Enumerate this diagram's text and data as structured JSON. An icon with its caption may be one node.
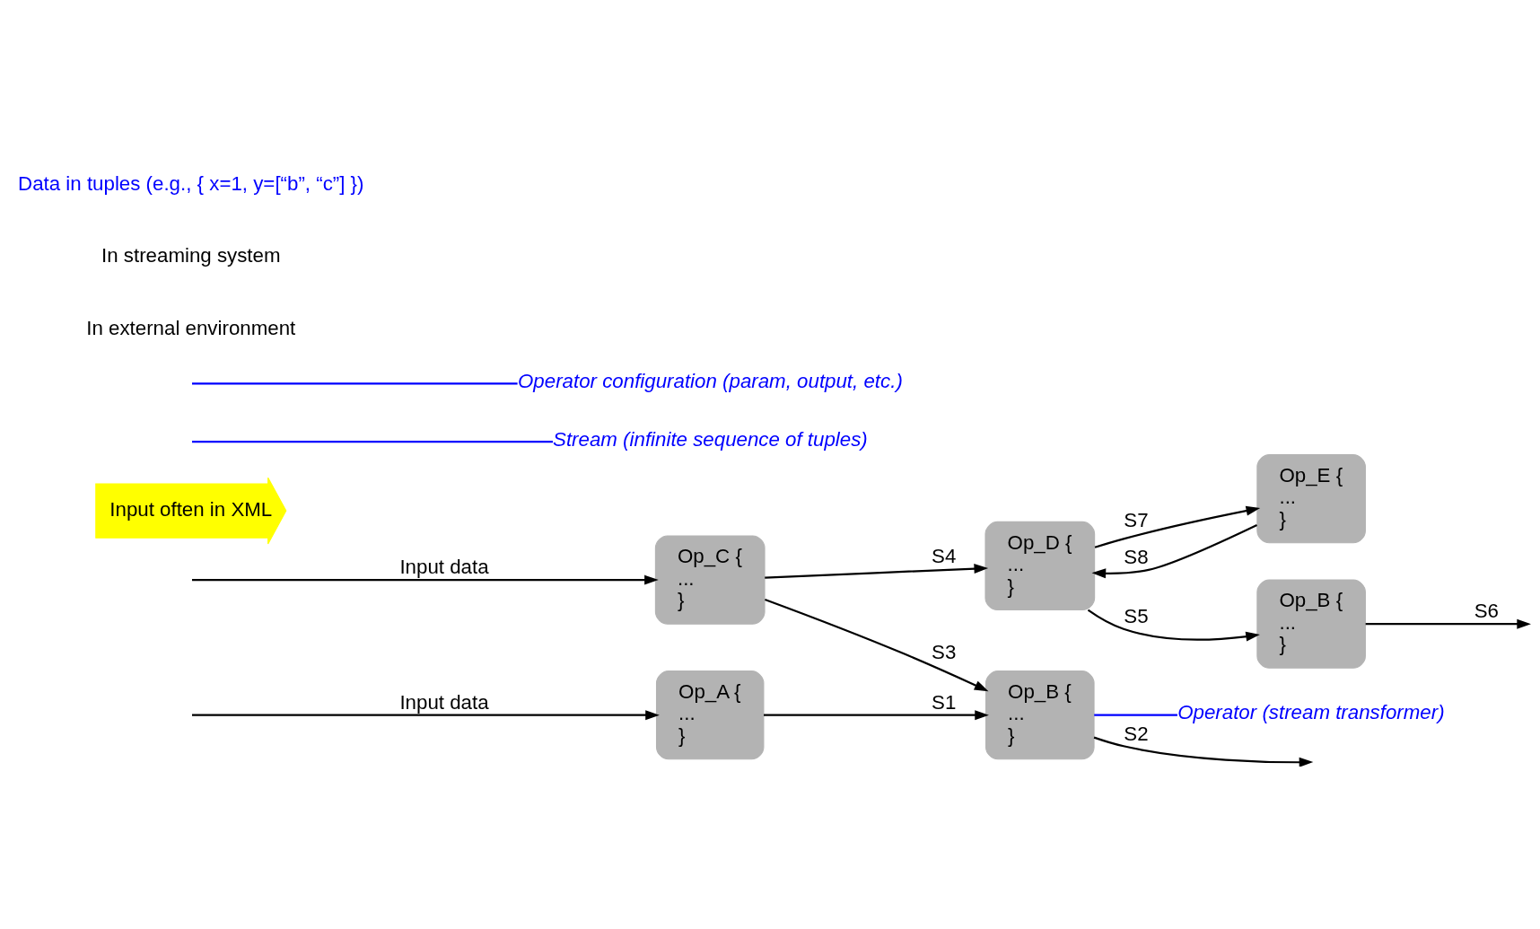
{
  "diagram": {
    "nodes": [
      {
        "text": [
          "Op_A {",
          "...",
          "}"
        ]
      },
      {
        "text": [
          "Op_B {",
          "...",
          "}"
        ]
      },
      {
        "text": [
          "Op_C {",
          "...",
          "}"
        ]
      },
      {
        "text": [
          "Op_D {",
          "...",
          "}"
        ]
      },
      {
        "text": [
          "Op_B {",
          "...",
          "}"
        ]
      },
      {
        "text": [
          "Op_E {",
          "...",
          "}"
        ]
      },
      {
        "text": [
          "Input often in XML"
        ]
      },
      {
        "text": [
          "Operator (stream transformer)"
        ]
      },
      {
        "text": [
          "Stream (infinite sequence of tuples)"
        ]
      },
      {
        "text": [
          "Operator configuration (param, output, etc.)"
        ]
      }
    ],
    "edges": [
      {
        "from": null,
        "to": 0,
        "arrow": "to",
        "label": "Input data"
      },
      {
        "from": null,
        "to": 2,
        "arrow": "to",
        "label": "Input data"
      },
      {
        "from": 0,
        "to": 1,
        "arrow": "to",
        "label": "S1"
      },
      {
        "from": 1,
        "to": null,
        "arrow": "to",
        "label": "S2"
      },
      {
        "from": 2,
        "to": 1,
        "arrow": "to",
        "label": "S3"
      },
      {
        "from": 2,
        "to": 3,
        "arrow": "to",
        "label": "S4"
      },
      {
        "from": 3,
        "to": 4,
        "arrow": "to",
        "label": "S5"
      },
      {
        "from": 4,
        "to": null,
        "arrow": "to",
        "label": "S6"
      },
      {
        "from": 3,
        "to": 5,
        "arrow": "to",
        "label": "S7"
      },
      {
        "from": 5,
        "to": 3,
        "arrow": "to",
        "label": "S8"
      },
      {
        "from": 7,
        "to": 1,
        "arrow": "none",
        "color": "#0000ff"
      },
      {
        "from": 8,
        "to": null,
        "arrow": "none",
        "color": "#0000ff"
      },
      {
        "from": 9,
        "to": null,
        "arrow": "none",
        "color": "#0000ff"
      }
    ],
    "labels": [
      "In external environment",
      "In streaming system",
      "Data in tuples (e.g., { x=1, y=[“b”, “c”] })"
    ]
  }
}
